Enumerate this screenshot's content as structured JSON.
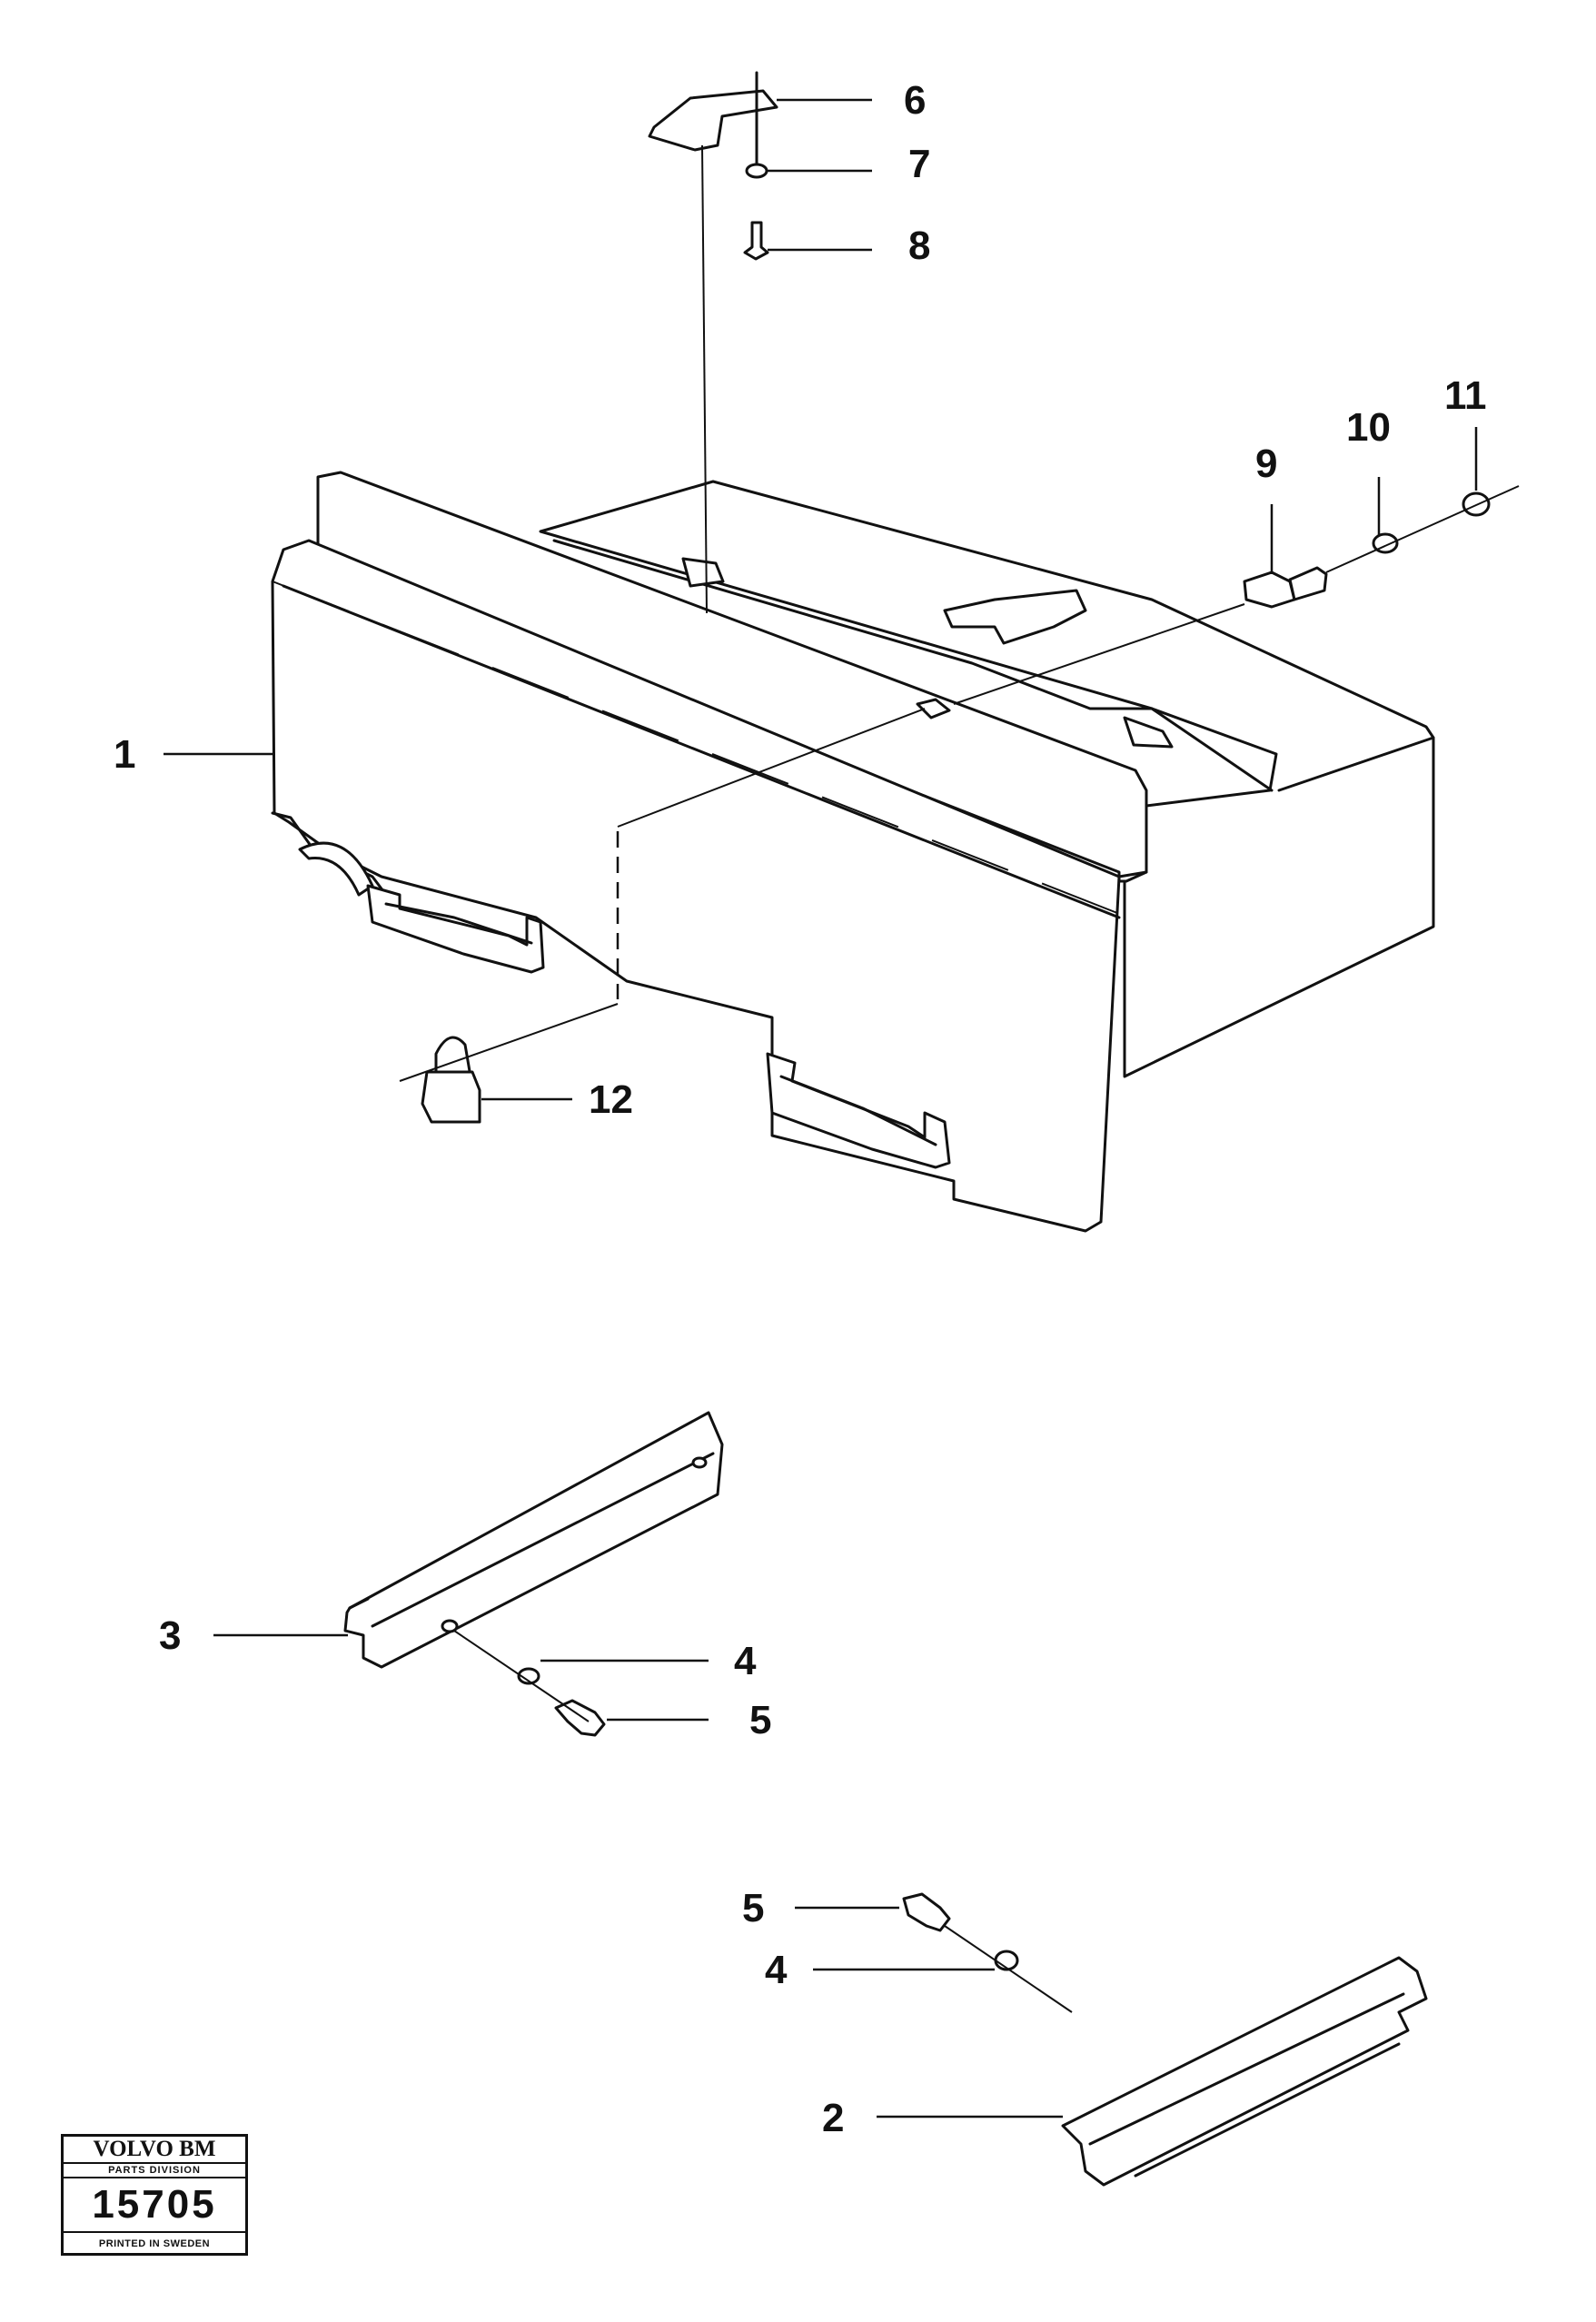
{
  "callouts": {
    "c1": "1",
    "c2": "2",
    "c3": "3",
    "c4a": "4",
    "c4b": "4",
    "c5a": "5",
    "c5b": "5",
    "c6": "6",
    "c7": "7",
    "c8": "8",
    "c9": "9",
    "c10": "10",
    "c11": "11",
    "c12": "12"
  },
  "stamp": {
    "brand": "VOLVO BM",
    "division": "PARTS DIVISION",
    "number": "15705",
    "printed": "PRINTED IN SWEDEN"
  }
}
